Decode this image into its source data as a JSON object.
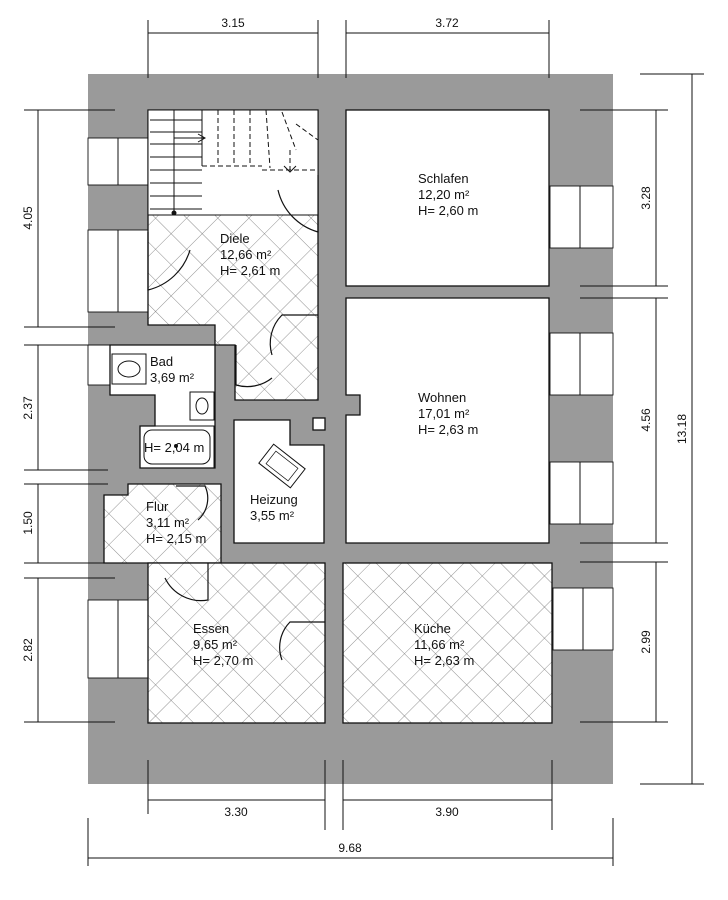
{
  "dimensions": {
    "top": [
      "3.15",
      "3.72"
    ],
    "bottom_inner": [
      "3.30",
      "3.90"
    ],
    "bottom_total": "9.68",
    "left": [
      "4.05",
      "2.37",
      "1.50",
      "2.82"
    ],
    "right_inner": [
      "3.28",
      "4.56",
      "2.99"
    ],
    "right_total": "13.18"
  },
  "rooms": [
    {
      "id": "diele",
      "name": "Diele",
      "area": "12,66 m²",
      "height": "H= 2,61 m",
      "floor": "tiled"
    },
    {
      "id": "schlafen",
      "name": "Schlafen",
      "area": "12,20 m²",
      "height": "H= 2,60 m",
      "floor": "plain"
    },
    {
      "id": "wohnen",
      "name": "Wohnen",
      "area": "17,01 m²",
      "height": "H= 2,63 m",
      "floor": "plain"
    },
    {
      "id": "bad",
      "name": "Bad",
      "area": "3,69 m²",
      "height": "H= 2,04 m",
      "floor": "plain"
    },
    {
      "id": "heizung",
      "name": "Heizung",
      "area": "3,55 m²",
      "height": "",
      "floor": "plain"
    },
    {
      "id": "flur",
      "name": "Flur",
      "area": "3,11 m²",
      "height": "H= 2,15 m",
      "floor": "tiled"
    },
    {
      "id": "essen",
      "name": "Essen",
      "area": "9,65 m²",
      "height": "H= 2,70 m",
      "floor": "tiled"
    },
    {
      "id": "kueche",
      "name": "Küche",
      "area": "11,66 m²",
      "height": "H= 2,63 m",
      "floor": "tiled"
    }
  ],
  "colors": {
    "wall": "#9a9a9a",
    "line": "#111111",
    "floor": "#ffffff"
  }
}
